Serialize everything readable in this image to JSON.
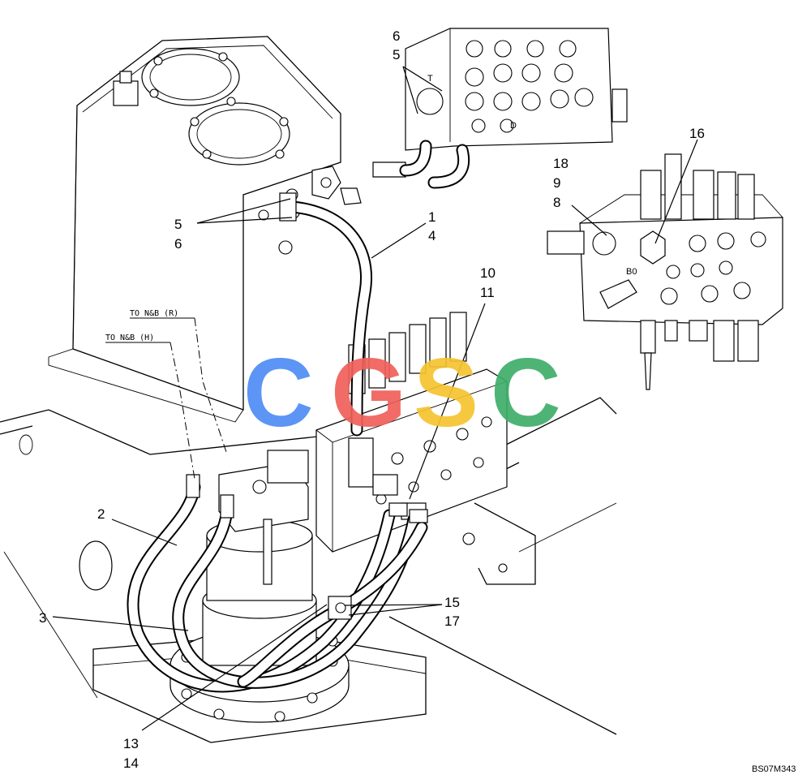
{
  "callouts": {
    "c6_top": "6",
    "c5_top": "5",
    "c16": "16",
    "c18": "18",
    "c9": "9",
    "c8": "8",
    "c1": "1",
    "c4": "4",
    "c5_mid": "5",
    "c6_mid": "6",
    "c10": "10",
    "c11": "11",
    "c2": "2",
    "c3": "3",
    "c15": "15",
    "c17": "17",
    "c13": "13",
    "c14": "14"
  },
  "port_labels": {
    "t_port": "T",
    "d_port": "D",
    "b0_port": "B0"
  },
  "notes": {
    "to_nb_r": "TO N&B (R)",
    "to_nb_h": "TO N&B (H)"
  },
  "drawing_code": "BS07M343",
  "watermark": {
    "letters": [
      "C",
      "G",
      "S",
      "C"
    ],
    "colors": [
      "#4f8df5",
      "#f0605a",
      "#f5c430",
      "#3fae6a"
    ]
  }
}
